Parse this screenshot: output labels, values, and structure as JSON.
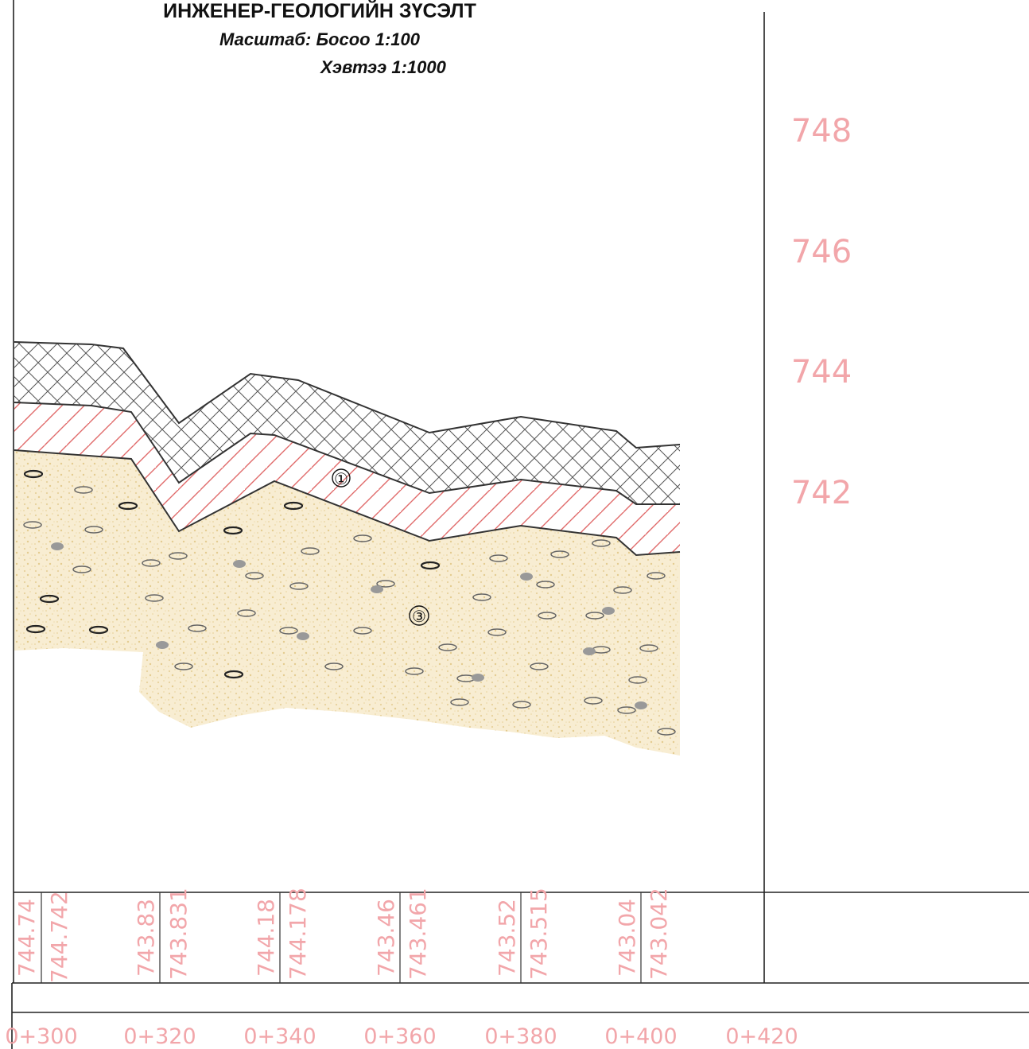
{
  "title": "ИНЖЕНЕР-ГЕОЛОГИЙН ЗҮСЭЛТ",
  "scale_label": "Масштаб: Босоо 1:100",
  "scale_label2": "Хэвтээ 1:1000",
  "elevation_labels": [
    "748",
    "746",
    "744",
    "742"
  ],
  "layer_markers": [
    "①",
    "③"
  ],
  "level_values": [
    "744.74",
    "744.742",
    "743.83",
    "743.831",
    "744.18",
    "744.178",
    "743.46",
    "743.461",
    "743.52",
    "743.515",
    "743.04",
    "743.042"
  ],
  "chainage_labels": [
    "0+300",
    "0+320",
    "0+340",
    "0+360",
    "0+380",
    "0+400",
    "0+420"
  ],
  "colors": {
    "ink": "#222222",
    "label_pink": "#f2a6aa",
    "hatch_red": "#e06a6a",
    "sand_fill": "#f5e7c4",
    "sand_dot": "#e6cf95",
    "pebble_fill": "#999999"
  }
}
